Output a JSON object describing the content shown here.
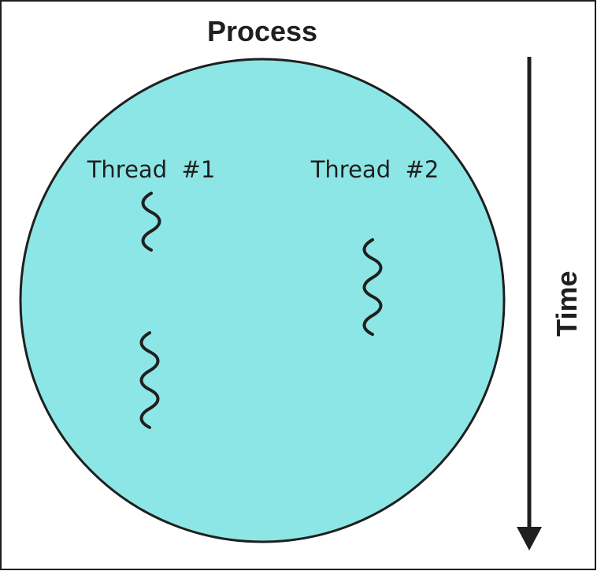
{
  "title": "Process",
  "time_label": "Time",
  "threads": [
    {
      "label": "Thread  #1"
    },
    {
      "label": "Thread  #2"
    }
  ],
  "colors": {
    "process_fill": "#8de6e6",
    "stroke": "#1f1f1f",
    "background": "#ffffff"
  }
}
